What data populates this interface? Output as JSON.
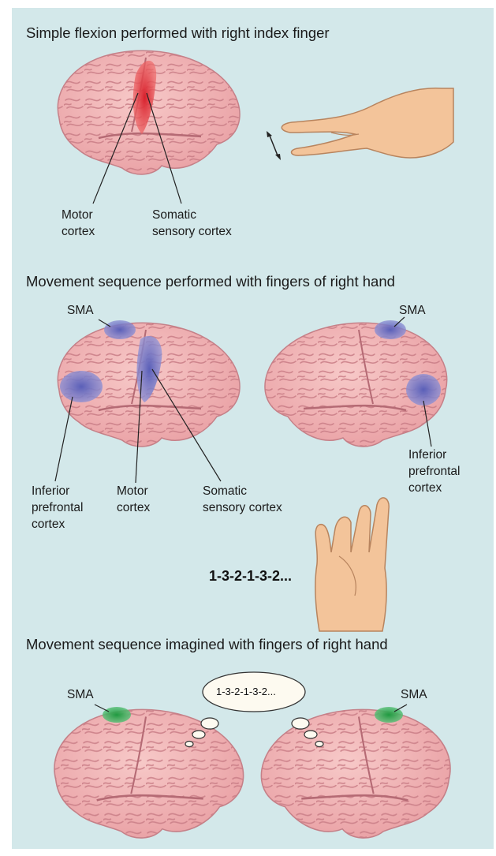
{
  "panels": [
    {
      "title": "Simple flexion performed with right index finger",
      "labels": {
        "motor_cortex": [
          "Motor",
          "cortex"
        ],
        "somatic_sensory_cortex": [
          "Somatic",
          "sensory cortex"
        ]
      }
    },
    {
      "title": "Movement sequence performed with fingers of right hand",
      "labels": {
        "sma_left": "SMA",
        "sma_right": "SMA",
        "inferior_prefrontal_left": [
          "Inferior",
          "prefrontal",
          "cortex"
        ],
        "motor_cortex": [
          "Motor",
          "cortex"
        ],
        "somatic_sensory_cortex": [
          "Somatic",
          "sensory cortex"
        ],
        "inferior_prefrontal_right": [
          "Inferior",
          "prefrontal",
          "cortex"
        ]
      },
      "sequence": "1-3-2-1-3-2..."
    },
    {
      "title": "Movement sequence imagined with fingers of right hand",
      "labels": {
        "sma_left": "SMA",
        "sma_right": "SMA"
      },
      "thought": "1-3-2-1-3-2..."
    }
  ],
  "colors": {
    "background": "#d3e8ea",
    "brain": "#f2b6b6",
    "brain_fold": "#c97d86",
    "activation_red": "#e0303a",
    "activation_blue": "#6b6fc0",
    "activation_green": "#2e9e4a",
    "skin": "#f3c49a"
  },
  "icons": [
    "brain-illustration",
    "finger-flexion-hand",
    "double-arrow",
    "sequence-hand",
    "thought-bubble"
  ]
}
